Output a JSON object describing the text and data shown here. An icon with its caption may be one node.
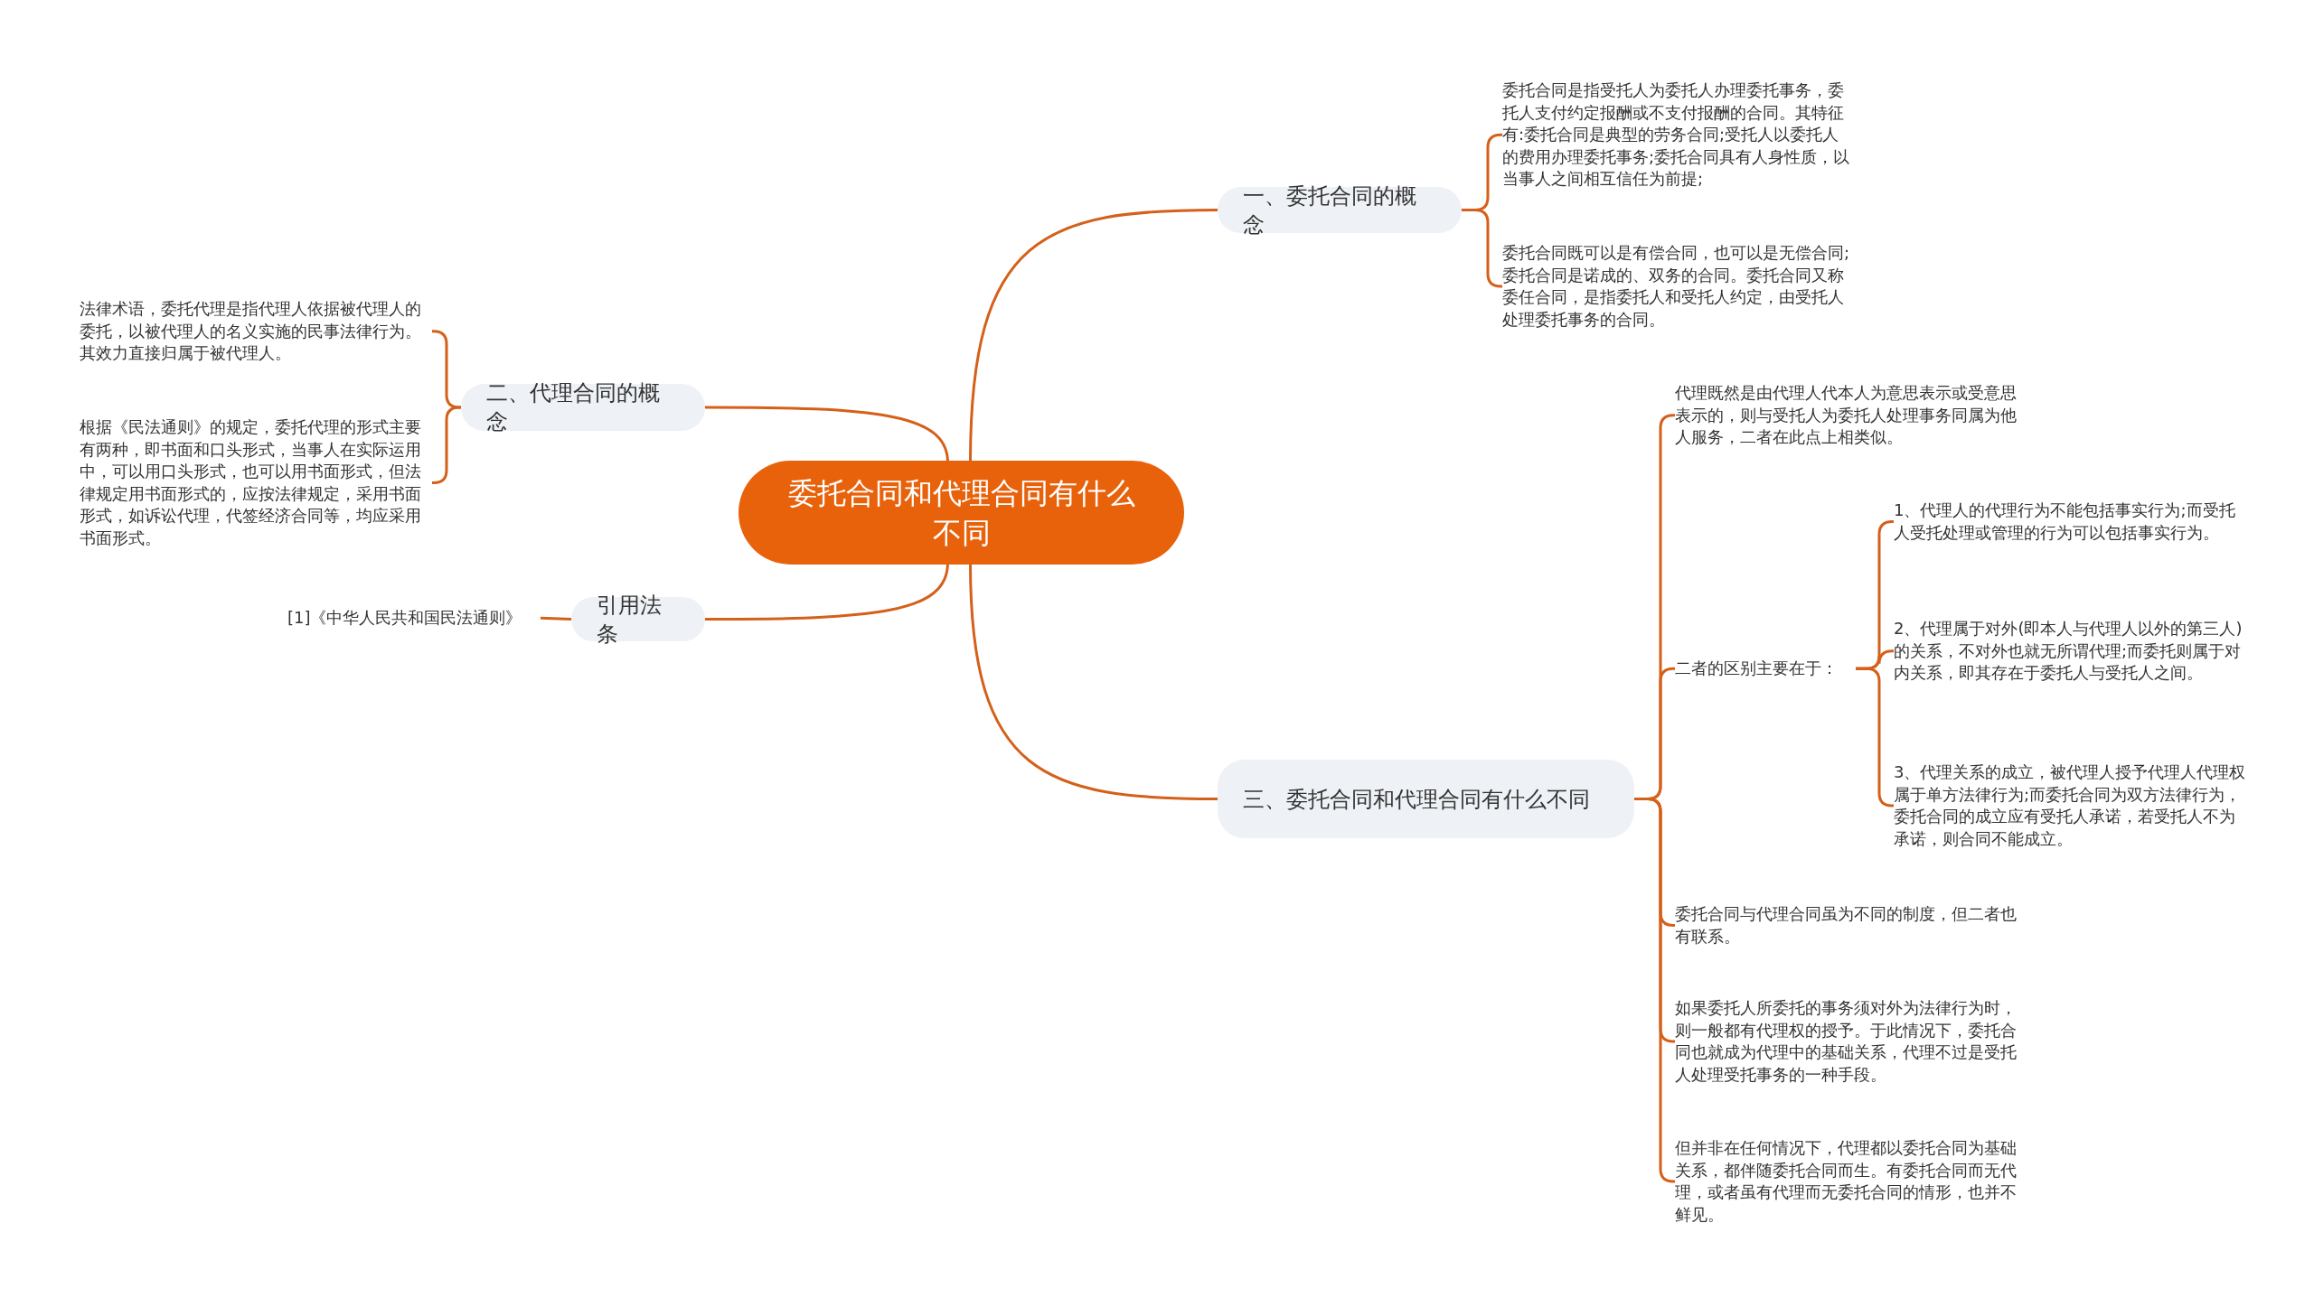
{
  "diagram": {
    "nodes": [
      {
        "text": [
          "委托合同和代理合同有什么不同"
        ]
      },
      {
        "text": [
          "一、委托合同的概念"
        ]
      },
      {
        "text": [
          "委托合同是指受托人为委托人办理委托事务，委托人支付约定报酬或不支付报酬的合同。其特征有:委托合同是典型的劳务合同;受托人以委托人的费用办理委托事务;委托合同具有人身性质，以当事人之间相互信任为前提;"
        ]
      },
      {
        "text": [
          "委托合同既可以是有偿合同，也可以是无偿合同;委托合同是诺成的、双务的合同。委托合同又称委任合同，是指委托人和受托人约定，由受托人处理委托事务的合同。"
        ]
      },
      {
        "text": [
          "二、代理合同的概念"
        ]
      },
      {
        "text": [
          "法律术语，委托代理是指代理人依据被代理人的委托，以被代理人的名义实施的民事法律行为。其效力直接归属于被代理人。"
        ]
      },
      {
        "text": [
          "根据《民法通则》的规定，委托代理的形式主要有两种，即书面和口头形式，当事人在实际运用中，可以用口头形式，也可以用书面形式，但法律规定用书面形式的，应按法律规定，采用书面形式，如诉讼代理，代签经济合同等，均应采用书面形式。"
        ]
      },
      {
        "text": [
          "引用法条"
        ]
      },
      {
        "text": [
          "[1]《中华人民共和国民法通则》"
        ]
      },
      {
        "text": [
          "三、委托合同和代理合同有什么不同"
        ]
      },
      {
        "text": [
          "代理既然是由代理人代本人为意思表示或受意思表示的，则与受托人为委托人处理事务同属为他人服务，二者在此点上相类似。"
        ]
      },
      {
        "text": [
          "二者的区别主要在于："
        ]
      },
      {
        "text": [
          "1、代理人的代理行为不能包括事实行为;而受托人受托处理或管理的行为可以包括事实行为。"
        ]
      },
      {
        "text": [
          "2、代理属于对外(即本人与代理人以外的第三人)的关系，不对外也就无所谓代理;而委托则属于对内关系，即其存在于委托人与受托人之间。"
        ]
      },
      {
        "text": [
          "3、代理关系的成立，被代理人授予代理人代理权属于单方法律行为;而委托合同为双方法律行为，委托合同的成立应有受托人承诺，若受托人不为承诺，则合同不能成立。"
        ]
      },
      {
        "text": [
          "委托合同与代理合同虽为不同的制度，但二者也有联系。"
        ]
      },
      {
        "text": [
          "如果委托人所委托的事务须对外为法律行为时，则一般都有代理权的授予。于此情况下，委托合同也就成为代理中的基础关系，代理不过是受托人处理受托事务的一种手段。"
        ]
      },
      {
        "text": [
          "但并非在任何情况下，代理都以委托合同为基础关系，都伴随委托合同而生。有委托合同而无代理，或者虽有代理而无委托合同的情形，也并不鲜见。"
        ]
      }
    ],
    "edges": [
      {
        "from": 0,
        "to": 1,
        "arrow": "none"
      },
      {
        "from": 1,
        "to": 2,
        "arrow": "none"
      },
      {
        "from": 1,
        "to": 3,
        "arrow": "none"
      },
      {
        "from": 0,
        "to": 4,
        "arrow": "none"
      },
      {
        "from": 4,
        "to": 5,
        "arrow": "none"
      },
      {
        "from": 4,
        "to": 6,
        "arrow": "none"
      },
      {
        "from": 0,
        "to": 7,
        "arrow": "none"
      },
      {
        "from": 7,
        "to": 8,
        "arrow": "none"
      },
      {
        "from": 0,
        "to": 9,
        "arrow": "none"
      },
      {
        "from": 9,
        "to": 10,
        "arrow": "none"
      },
      {
        "from": 9,
        "to": 11,
        "arrow": "none"
      },
      {
        "from": 11,
        "to": 12,
        "arrow": "none"
      },
      {
        "from": 11,
        "to": 13,
        "arrow": "none"
      },
      {
        "from": 11,
        "to": 14,
        "arrow": "none"
      },
      {
        "from": 9,
        "to": 15,
        "arrow": "none"
      },
      {
        "from": 9,
        "to": 16,
        "arrow": "none"
      },
      {
        "from": 9,
        "to": 17,
        "arrow": "none"
      }
    ]
  }
}
